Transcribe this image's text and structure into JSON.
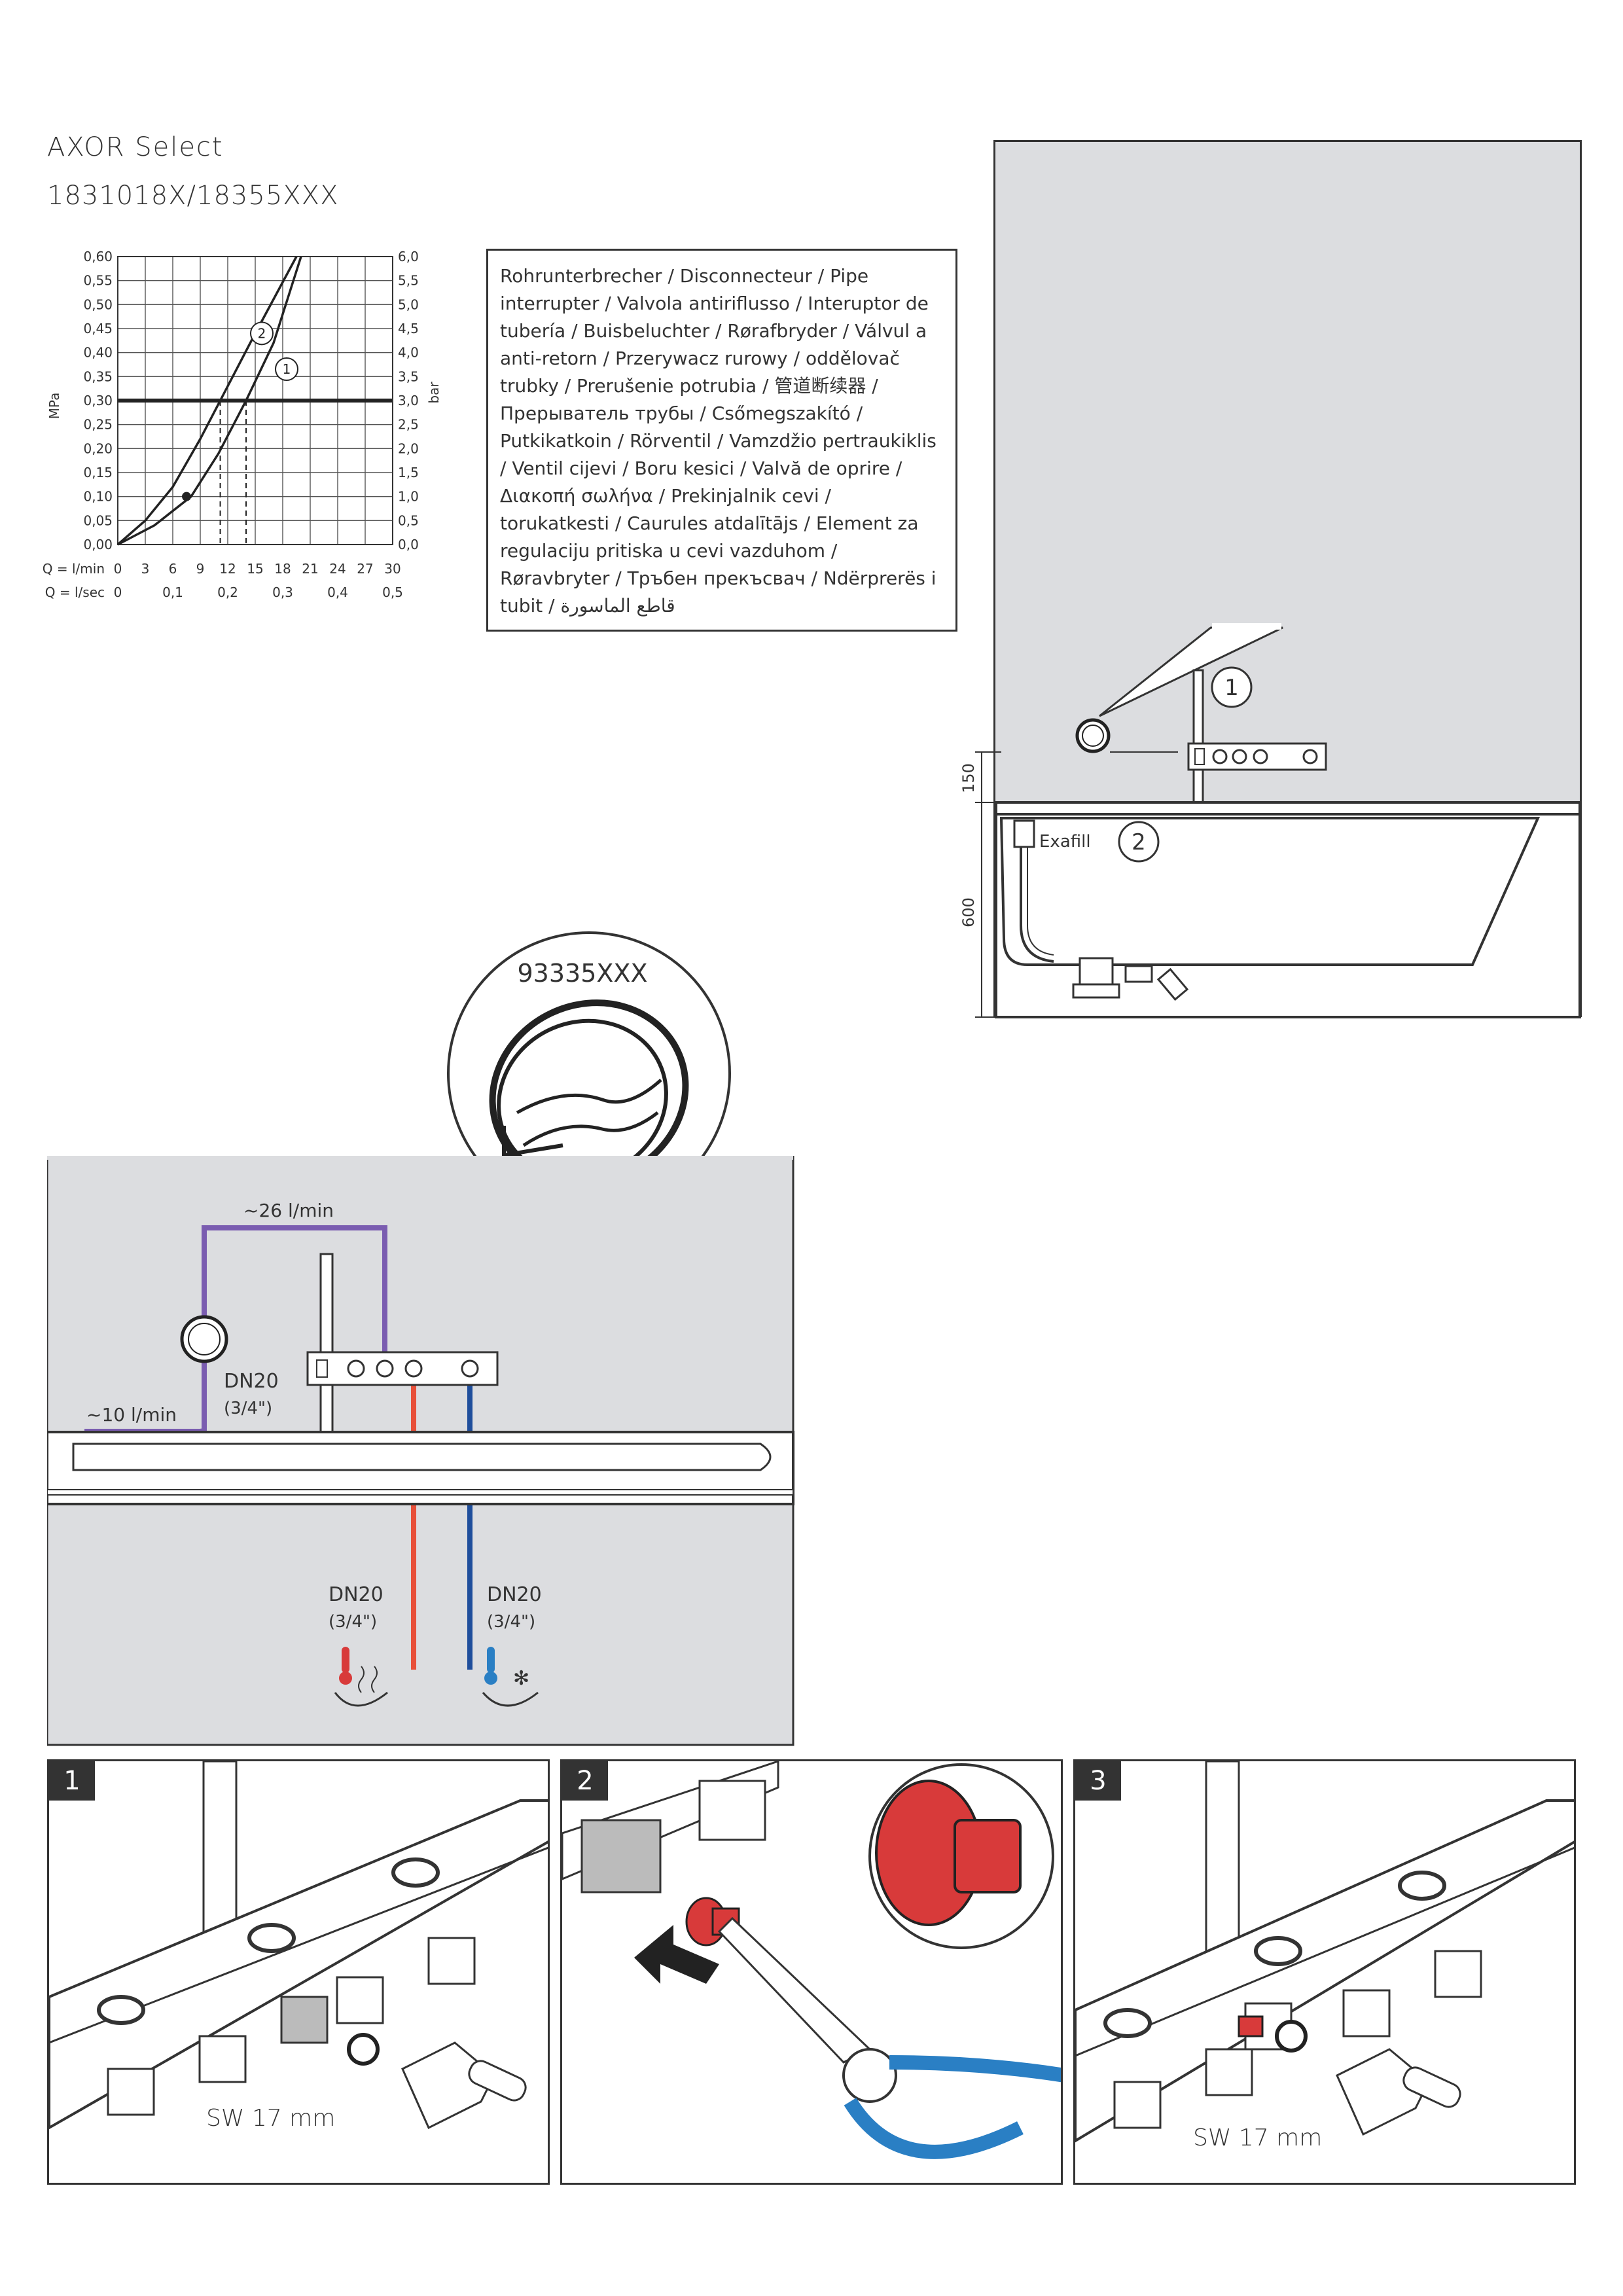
{
  "header": {
    "brand": "AXOR Select",
    "models": "1831018X/18355XXX"
  },
  "chart_data": {
    "type": "line",
    "y_left_label": "MPa",
    "y_right_label": "bar",
    "y_left_ticks": [
      "0,60",
      "0,55",
      "0,50",
      "0,45",
      "0,40",
      "0,35",
      "0,30",
      "0,25",
      "0,20",
      "0,15",
      "0,10",
      "0,05",
      "0,00"
    ],
    "y_right_ticks": [
      "6,0",
      "5,5",
      "5,0",
      "4,5",
      "4,0",
      "3,5",
      "3,0",
      "2,5",
      "2,0",
      "1,5",
      "1,0",
      "0,5",
      "0,0"
    ],
    "x_lmin_label": "Q = l/min",
    "x_lmin_ticks": [
      "0",
      "3",
      "6",
      "9",
      "12",
      "15",
      "18",
      "21",
      "24",
      "27",
      "30"
    ],
    "x_lsec_label": "Q = l/sec",
    "x_lsec_ticks": [
      "0",
      "0,1",
      "0,2",
      "0,3",
      "0,4",
      "0,5"
    ],
    "xlim": [
      0,
      30
    ],
    "ylim": [
      0,
      0.6
    ],
    "reference_line_y": 0.3,
    "series": [
      {
        "name": "1",
        "x": [
          0,
          4,
          8,
          11,
          14,
          17,
          20
        ],
        "y": [
          0.0,
          0.04,
          0.1,
          0.19,
          0.3,
          0.42,
          0.6
        ]
      },
      {
        "name": "2",
        "x": [
          0,
          3,
          6,
          9,
          12,
          15,
          19.5
        ],
        "y": [
          0.0,
          0.05,
          0.12,
          0.22,
          0.33,
          0.44,
          0.6
        ]
      }
    ],
    "markers": [
      {
        "x": 7.5,
        "y": 0.1
      }
    ]
  },
  "callout": {
    "text": "Rohrunterbrecher / Disconnecteur / Pipe interrupter / Valvola antiriflusso / Interuptor de tubería / Buisbeluchter / Rørafbryder / Válvul a anti-retorn / Przerywacz rurowy / oddělovač trubky / Prerušenie potrubia / 管道断续器 / Прерыватель трубы / Csőmegszakító / Putkikatkoin / Rörventil / Vamzdžio pertraukiklis / Ventil cijevi / Boru kesici / Valvă de oprire / Διακοπή σωλήνα / Prekinjalnik cevi / torukatkesti / Caurules atdalītājs / Element za regulaciju pritiska u cevi vazduhom / Røravbryter / Тръбен прекъсвач / Ndërprerës i tubit / قاطع الماسورة"
  },
  "bath": {
    "marker1": "1",
    "marker2": "2",
    "exafill": "Exafill",
    "dim_150": "150",
    "dim_600": "600"
  },
  "zoom": {
    "part": "93335XXX"
  },
  "install": {
    "flow_26": "~26 l/min",
    "flow_10": "~10 l/min",
    "dn20_a": "DN20",
    "size_a": "(3/4\")",
    "dn20_hot": "DN20",
    "size_hot": "(3/4\")",
    "dn20_cold": "DN20",
    "size_cold": "(3/4\")"
  },
  "steps": [
    {
      "num": "1",
      "tool": "SW 17 mm"
    },
    {
      "num": "2"
    },
    {
      "num": "3",
      "tool": "SW 17 mm"
    }
  ],
  "colors": {
    "hot": "#e8503a",
    "cold": "#1f4e9c",
    "purple": "#7a5cb0",
    "wall": "#dcdde0",
    "dark": "#333333",
    "red_part": "#d83a3a",
    "blue_tool": "#2a7fc4"
  }
}
